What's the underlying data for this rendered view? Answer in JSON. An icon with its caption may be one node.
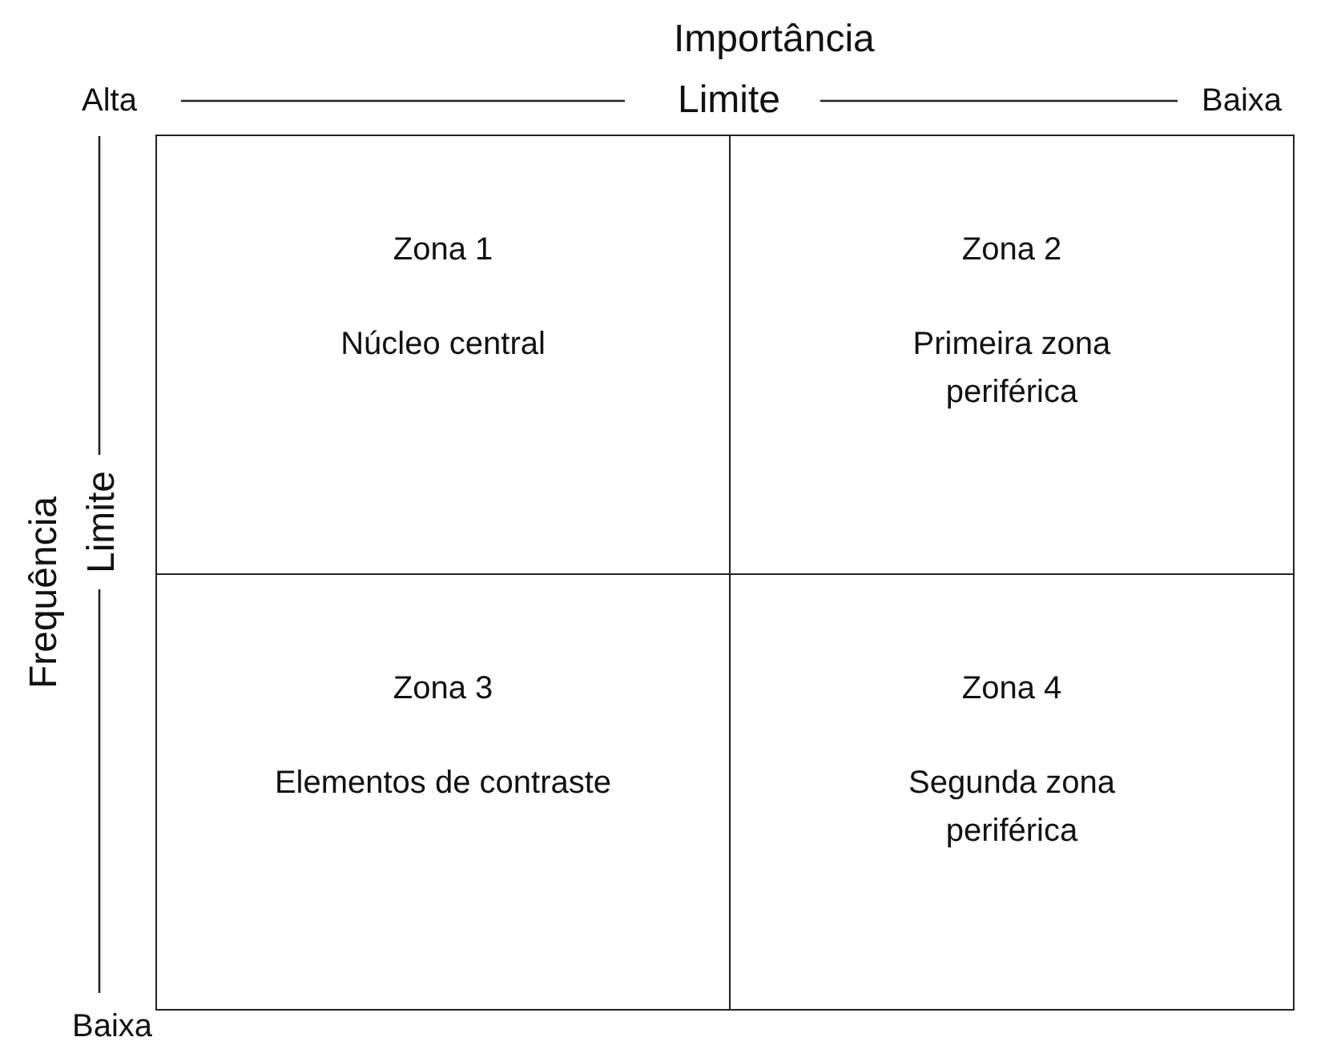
{
  "diagram": {
    "nodes": [
      {
        "text": [
          "Zona 1",
          "Núcleo central"
        ]
      },
      {
        "text": [
          "Zona 2",
          "Primeira zona periférica"
        ]
      },
      {
        "text": [
          "Zona 3",
          "Elementos de contraste"
        ]
      },
      {
        "text": [
          "Zona 4",
          "Segunda zona periférica"
        ]
      }
    ],
    "edges": [],
    "labels": [
      "Importância",
      "Alta",
      "Limite",
      "Baixa",
      "Frequência",
      "Limite",
      "Baixa"
    ]
  }
}
